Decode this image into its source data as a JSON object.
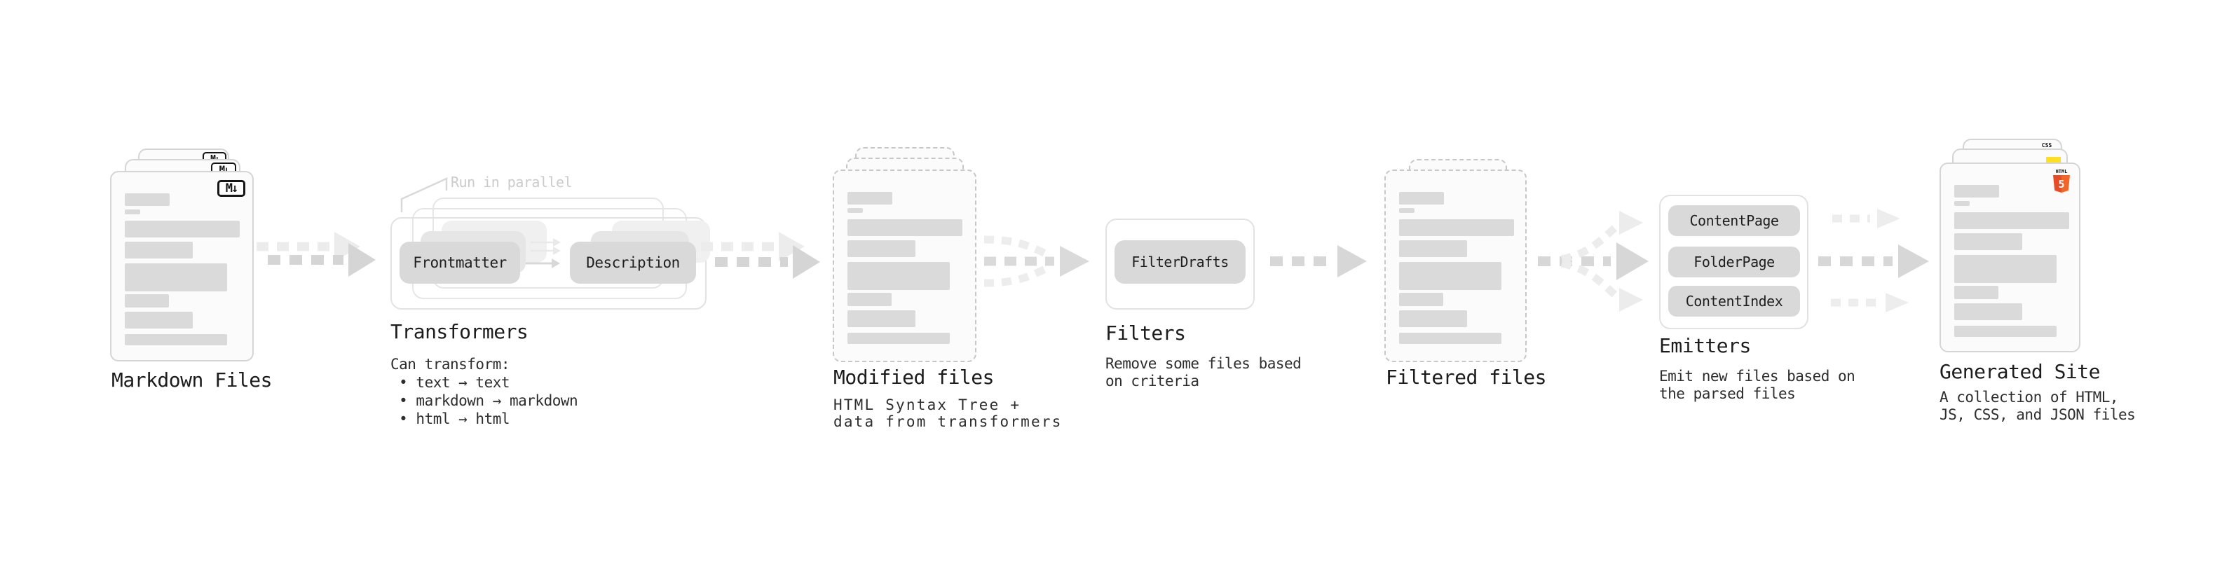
{
  "diagram": {
    "kind": "static-site-generator-pipeline",
    "colors": {
      "background": "#ffffff",
      "card_bg": "#fbfbfb",
      "card_border": "#d5d5d5",
      "dashed_border": "#c7c7c7",
      "skeleton_bar": "#dadada",
      "pill_bg": "#d9d9d9",
      "arrow_dark": "#d5d5d5",
      "arrow_faint": "#ececec",
      "heading_text": "#1c1c1c",
      "caption_text": "#2d2d2d",
      "muted_label": "#cbcbcb",
      "css_blue": "#2965f1",
      "js_yellow": "#ffdf1e",
      "html5_orange": "#e44d26",
      "html5_orange_light": "#f16529"
    }
  },
  "stages": {
    "markdown": {
      "title": "Markdown Files"
    },
    "transformers": {
      "title": "Transformers",
      "run_label": "Run in parallel",
      "pills": [
        "Frontmatter",
        "Description"
      ],
      "caption": "Can transform:\n • text → text\n • markdown → markdown\n • html → html"
    },
    "modified": {
      "title": "Modified files",
      "caption": "HTML Syntax Tree +\ndata from transformers"
    },
    "filters": {
      "title": "Filters",
      "pill": "FilterDrafts",
      "caption": "Remove some files based\non criteria"
    },
    "filtered": {
      "title": "Filtered files"
    },
    "emitters": {
      "title": "Emitters",
      "pills": [
        "ContentPage",
        "FolderPage",
        "ContentIndex"
      ],
      "caption": "Emit new files based on\nthe parsed files"
    },
    "generated": {
      "title": "Generated Site",
      "caption": "A collection of HTML,\nJS, CSS, and JSON files"
    }
  },
  "icons": {
    "markdown_badge": "M↓",
    "html5_word": "HTML",
    "html5_five": "5",
    "css_word": "CSS"
  }
}
